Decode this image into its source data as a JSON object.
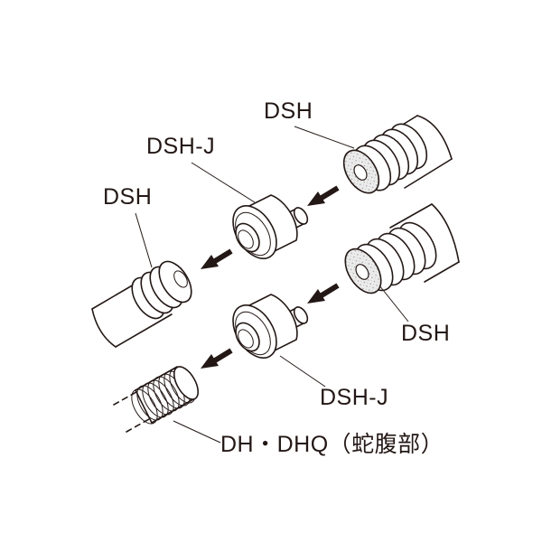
{
  "labels": {
    "dsh_top": "DSH",
    "dshj_top": "DSH-J",
    "dsh_left": "DSH",
    "dsh_right": "DSH",
    "dshj_bottom": "DSH-J",
    "dh_dhq": "DH・DHQ（蛇腹部）"
  },
  "colors": {
    "ink": "#231815",
    "foam": "#d9d9d9",
    "background": "#ffffff"
  },
  "icons": {
    "arrow": "filled-arrow-icon"
  }
}
